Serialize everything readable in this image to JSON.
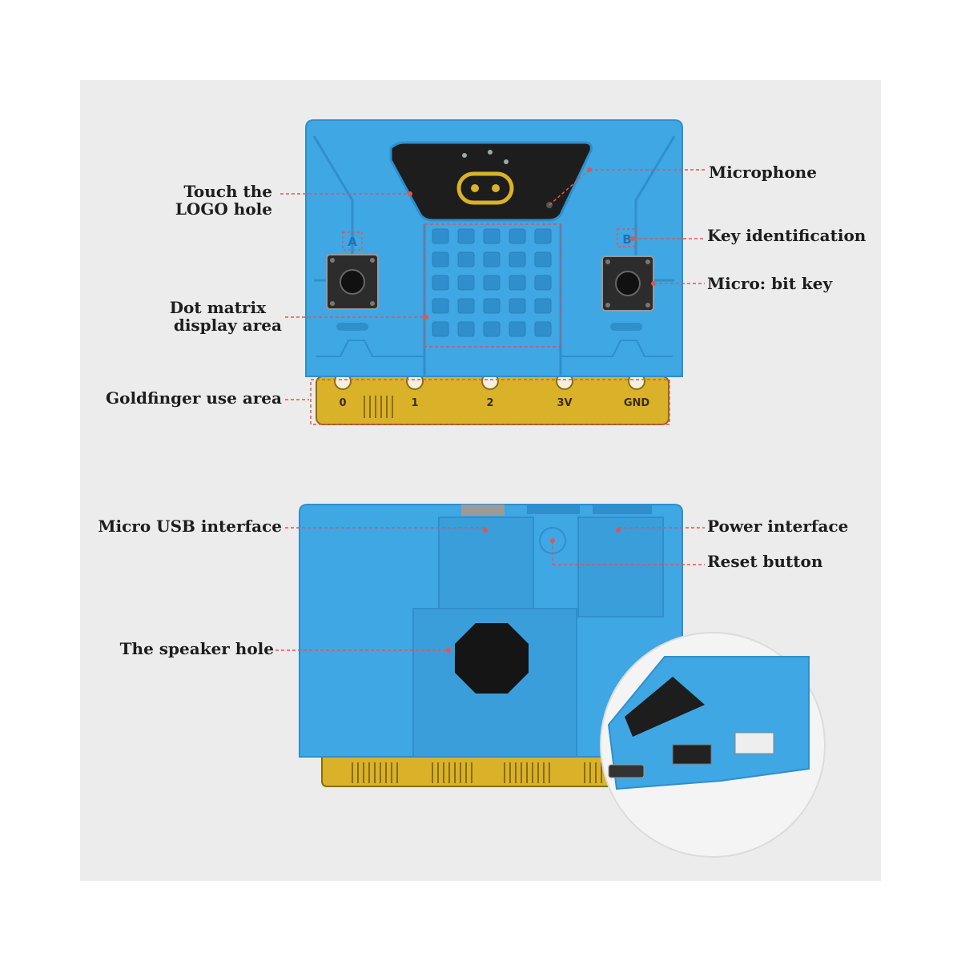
{
  "labels": {
    "touch_logo_1": "Touch the",
    "touch_logo_2": "LOGO hole",
    "microphone": "Microphone",
    "key_identification": "Key identification",
    "microbit_key": "Micro: bit key",
    "dot_matrix_1": "Dot matrix",
    "dot_matrix_2": "display area",
    "goldfinger": "Goldfinger use area",
    "micro_usb": "Micro USB interface",
    "power_interface": "Power interface",
    "reset_button": "Reset button",
    "speaker_hole": "The speaker hole"
  },
  "board": {
    "key_a": "A",
    "key_b": "B",
    "pins": [
      "0",
      "1",
      "2",
      "3V",
      "GND"
    ],
    "led_matrix": {
      "rows": 5,
      "cols": 5
    }
  },
  "colors": {
    "background": "#ececec",
    "case_blue": "#3fa7e3",
    "case_blue_dark": "#2f8fcc",
    "gold": "#d9b22a",
    "callout_red": "#e05555",
    "label_text": "#1d1d1d"
  }
}
